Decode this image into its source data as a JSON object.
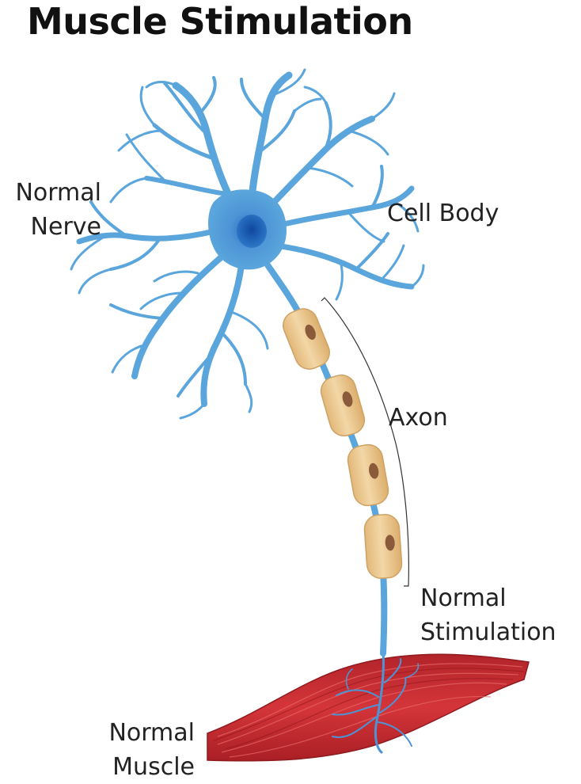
{
  "title": "Muscle Stimulation",
  "labels": {
    "normal_nerve": [
      "Normal",
      "Nerve"
    ],
    "cell_body": "Cell Body",
    "axon": "Axon",
    "normal_stimulation": [
      "Normal",
      "Stimulation"
    ],
    "normal_muscle": [
      "Normal",
      "Muscle"
    ]
  },
  "colors": {
    "neuron": "#5aa6dc",
    "nucleus": "#1c5fb8",
    "myelin": "#ecc990",
    "myelin_nucleus": "#8a5a3a",
    "muscle": "#c52a2d",
    "muscle_dark": "#9e1b20"
  }
}
